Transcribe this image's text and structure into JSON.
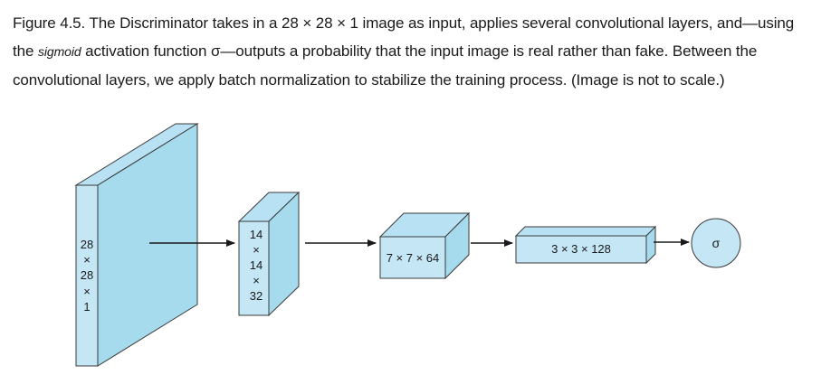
{
  "caption": {
    "part1": "Figure 4.5. The Discriminator takes in a 28 × 28 × 1 image as input, applies several convolutional layers, and—using the ",
    "emph": "sigmoid",
    "part2": " activation function σ—outputs a probability that the input image is real rather than fake. Between the convolutional layers, we apply batch normalization to stabilize the training process. (Image is not to scale.)"
  },
  "layers": {
    "input": [
      "28",
      "×",
      "28",
      "×",
      "1"
    ],
    "conv1": [
      "14",
      "×",
      "14",
      "×",
      "32"
    ],
    "conv2": "7 × 7 × 64",
    "conv3": "3 × 3 × 128",
    "output": "σ"
  },
  "colors": {
    "face": "#c5e6f5",
    "side": "#a6dbee",
    "top": "#b8e2f3",
    "stroke": "#3a3a3a"
  }
}
